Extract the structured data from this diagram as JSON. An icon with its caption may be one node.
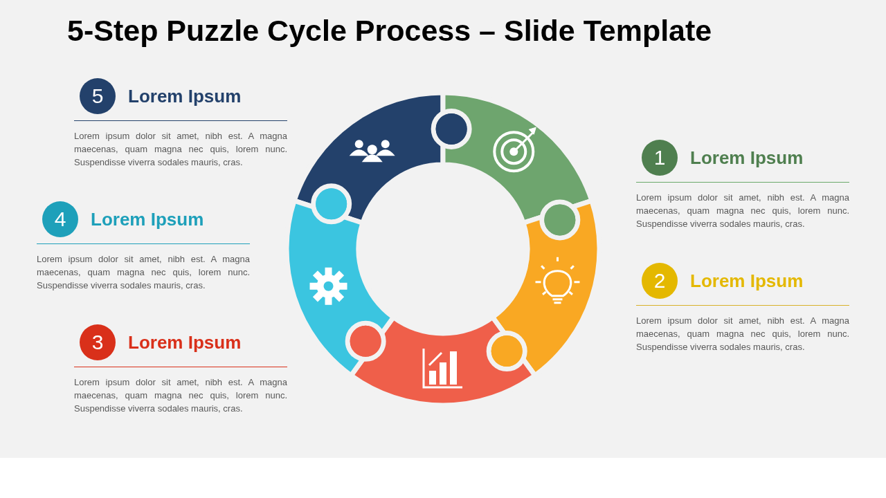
{
  "diagram": {
    "title": "5-Step Puzzle Cycle Process – Slide Template",
    "nodes": [
      {
        "text": [
          "5",
          "Lorem Ipsum",
          "Lorem ipsum dolor sit amet, nibh est. A magna maecenas, quam magna nec quis, lorem nunc. Suspendisse viverra sodales mauris, cras."
        ]
      },
      {
        "text": [
          "1",
          "Lorem Ipsum",
          "Lorem ipsum dolor sit amet, nibh est. A magna maecenas, quam magna nec quis, lorem nunc. Suspendisse viverra sodales mauris, cras."
        ]
      },
      {
        "text": [
          "4",
          "Lorem Ipsum",
          "Lorem ipsum dolor sit amet, nibh est. A magna maecenas, quam magna nec quis, lorem nunc. Suspendisse viverra sodales mauris, cras."
        ]
      },
      {
        "text": [
          "2",
          "Lorem Ipsum",
          "Lorem ipsum dolor sit amet, nibh est. A magna maecenas, quam magna nec quis, lorem nunc. Suspendisse viverra sodales mauris, cras."
        ]
      },
      {
        "text": [
          "3",
          "Lorem Ipsum",
          "Lorem ipsum dolor sit amet, nibh est. A magna maecenas, quam magna nec quis, lorem nunc. Suspendisse viverra sodales mauris, cras."
        ]
      }
    ]
  }
}
